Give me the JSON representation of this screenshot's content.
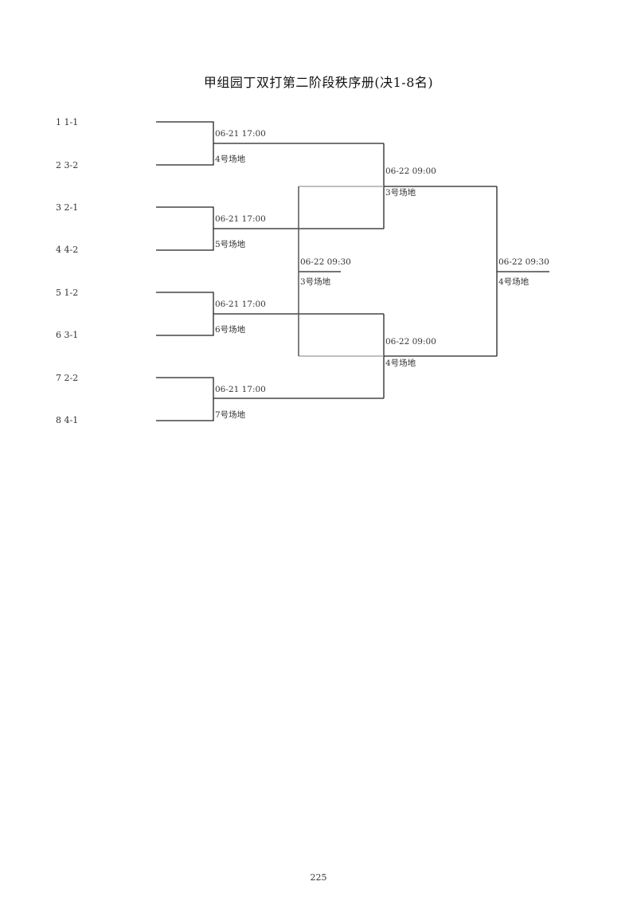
{
  "title": "甲组园丁双打第二阶段秩序册(决1-8名)",
  "page_number": "225",
  "seeds": [
    {
      "no": "1",
      "team": "1-1"
    },
    {
      "no": "2",
      "team": "3-2"
    },
    {
      "no": "3",
      "team": "2-1"
    },
    {
      "no": "4",
      "team": "4-2"
    },
    {
      "no": "5",
      "team": "1-2"
    },
    {
      "no": "6",
      "team": "3-1"
    },
    {
      "no": "7",
      "team": "2-2"
    },
    {
      "no": "8",
      "team": "4-1"
    }
  ],
  "round1": [
    {
      "time": "06-21 17:00",
      "court": "4号场地"
    },
    {
      "time": "06-21 17:00",
      "court": "5号场地"
    },
    {
      "time": "06-21 17:00",
      "court": "6号场地"
    },
    {
      "time": "06-21 17:00",
      "court": "7号场地"
    }
  ],
  "semifinals": [
    {
      "time": "06-22 09:00",
      "court": "3号场地"
    },
    {
      "time": "06-22 09:00",
      "court": "4号场地"
    }
  ],
  "third_place": {
    "time": "06-22 09:30",
    "court": "3号场地"
  },
  "final": {
    "time": "06-22 09:30",
    "court": "4号场地"
  },
  "colors": {
    "line": "#222222",
    "gray_line": "#9a9a9a"
  }
}
